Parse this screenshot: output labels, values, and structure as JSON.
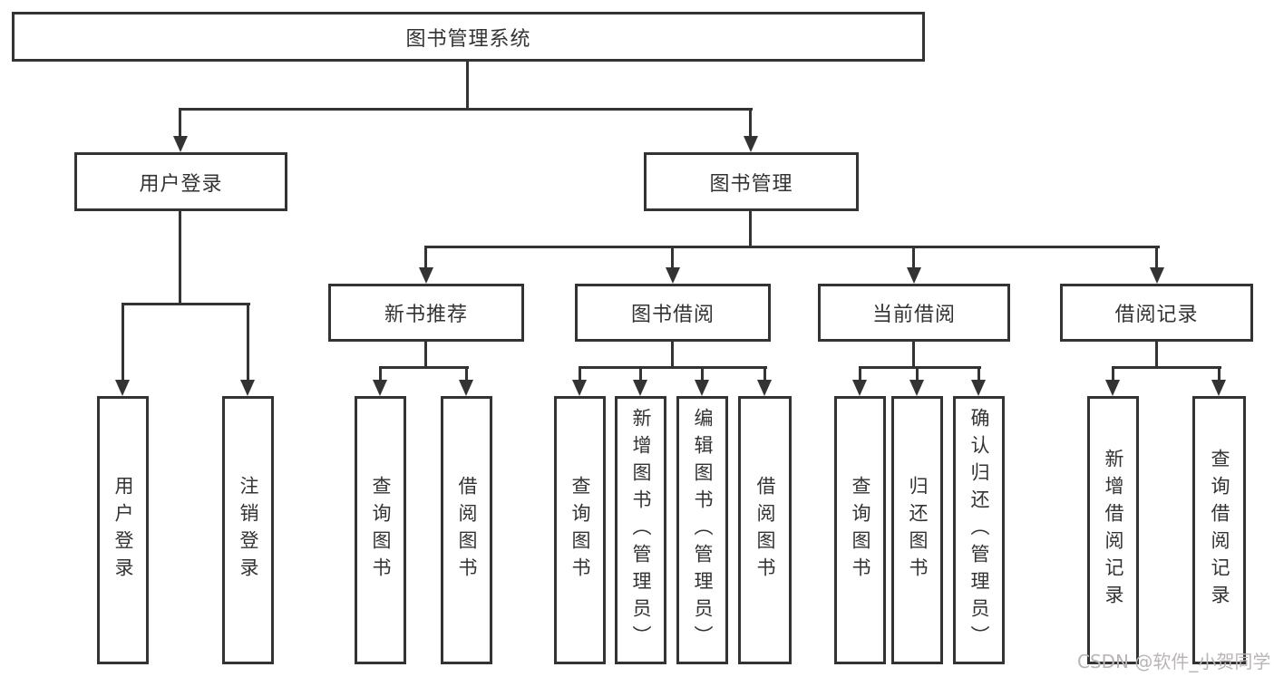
{
  "tree": {
    "root": {
      "label": "图书管理系统",
      "children": [
        {
          "label": "用户登录",
          "children": [
            {
              "label": "用户登录"
            },
            {
              "label": "注销登录"
            }
          ]
        },
        {
          "label": "图书管理",
          "children": [
            {
              "label": "新书推荐",
              "children": [
                {
                  "label": "查询图书"
                },
                {
                  "label": "借阅图书"
                }
              ]
            },
            {
              "label": "图书借阅",
              "children": [
                {
                  "label": "查询图书"
                },
                {
                  "label": "新增图书（管理员）"
                },
                {
                  "label": "编辑图书（管理员）"
                },
                {
                  "label": "借阅图书"
                }
              ]
            },
            {
              "label": "当前借阅",
              "children": [
                {
                  "label": "查询图书"
                },
                {
                  "label": "归还图书"
                },
                {
                  "label": "确认归还（管理员）"
                }
              ]
            },
            {
              "label": "借阅记录",
              "children": [
                {
                  "label": "新增借阅记录"
                },
                {
                  "label": "查询借阅记录"
                }
              ]
            }
          ]
        }
      ]
    }
  },
  "watermark": "CSDN @软件_小贺同学",
  "colors": {
    "line": "#333333",
    "text": "#333333",
    "watermark": "#b9b5b5",
    "background": "#ffffff"
  }
}
